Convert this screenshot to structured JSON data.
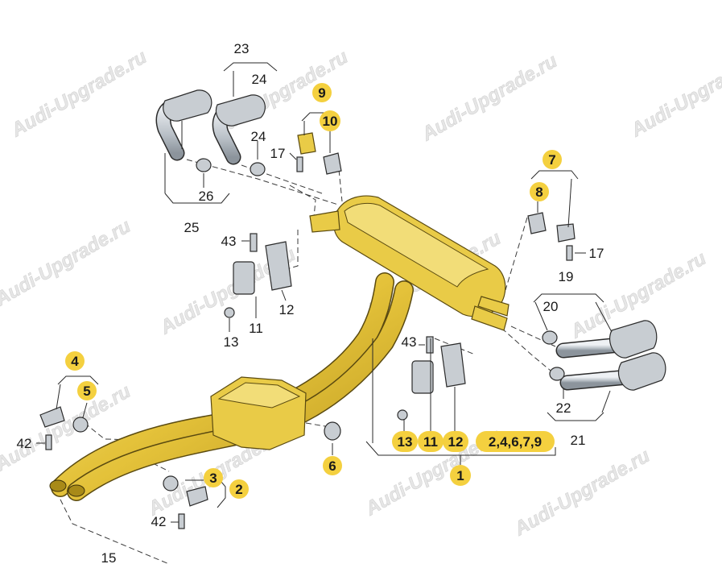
{
  "watermark": "Audi-Upgrade.ru",
  "colors": {
    "highlight": "#f4d03f",
    "pipe_gold": "#e9cb47",
    "metal": "#c8cdd2",
    "ink": "#1a1a1a"
  },
  "labels": {
    "l23": "23",
    "l24a": "24",
    "l24b": "24",
    "l26": "26",
    "l25": "25",
    "l17a": "17",
    "l17b": "17",
    "l43a": "43",
    "l43b": "43",
    "l12a": "12",
    "l11a": "11",
    "l13a": "13",
    "l20": "20",
    "l22": "22",
    "l21": "21",
    "l19": "19",
    "l42a": "42",
    "l42b": "42",
    "l15": "15",
    "l9": "9",
    "l10": "10",
    "l7": "7",
    "l8": "8",
    "l4": "4",
    "l5": "5",
    "l3": "3",
    "l2": "2",
    "l6": "6",
    "l1": "1",
    "l13b": "13",
    "l11b": "11",
    "l12b": "12",
    "lgroup": "2,4,6,7,9"
  }
}
